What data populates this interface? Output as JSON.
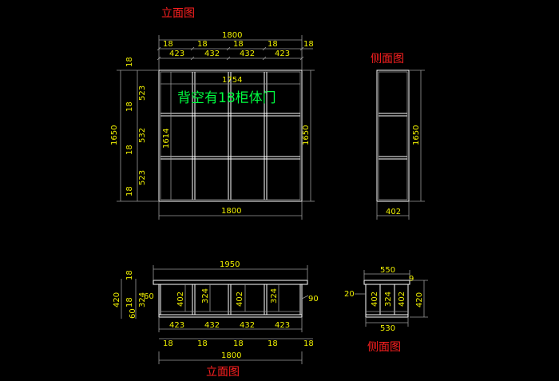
{
  "titles": {
    "elevation_top": "立面图",
    "side_top": "侧面图",
    "elevation_bottom": "立面图",
    "side_bottom": "侧面图"
  },
  "note": "背空有18柜体门",
  "top_view": {
    "overall_width": "1800",
    "top_segments": [
      "18",
      "18",
      "18",
      "18",
      "18"
    ],
    "top_panels": [
      "423",
      "432",
      "432",
      "423"
    ],
    "inner_width": "1754",
    "overall_height": "1650",
    "left_rows": [
      "18",
      "523",
      "18",
      "532",
      "18",
      "523",
      "18"
    ],
    "inner_height": "1614",
    "right_height": "1650",
    "bottom_width": "1800"
  },
  "side_view": {
    "height": "1650",
    "depth": "402"
  },
  "bottom_view": {
    "overall_width": "1950",
    "left_dims": [
      "18",
      "420",
      "324",
      "60",
      "18",
      "60"
    ],
    "cells": [
      "402",
      "324",
      "402",
      "324"
    ],
    "right_dim": "90",
    "bottom_panels": [
      "423",
      "432",
      "432",
      "423"
    ],
    "bottom_segments": [
      "18",
      "18",
      "18",
      "18",
      "18"
    ],
    "overall_bottom": "1800"
  },
  "side_bottom_view": {
    "top_width": "550",
    "top_right": "9",
    "left": "20",
    "cells": [
      "402",
      "324",
      "402"
    ],
    "height": "420",
    "bottom_width": "530"
  }
}
